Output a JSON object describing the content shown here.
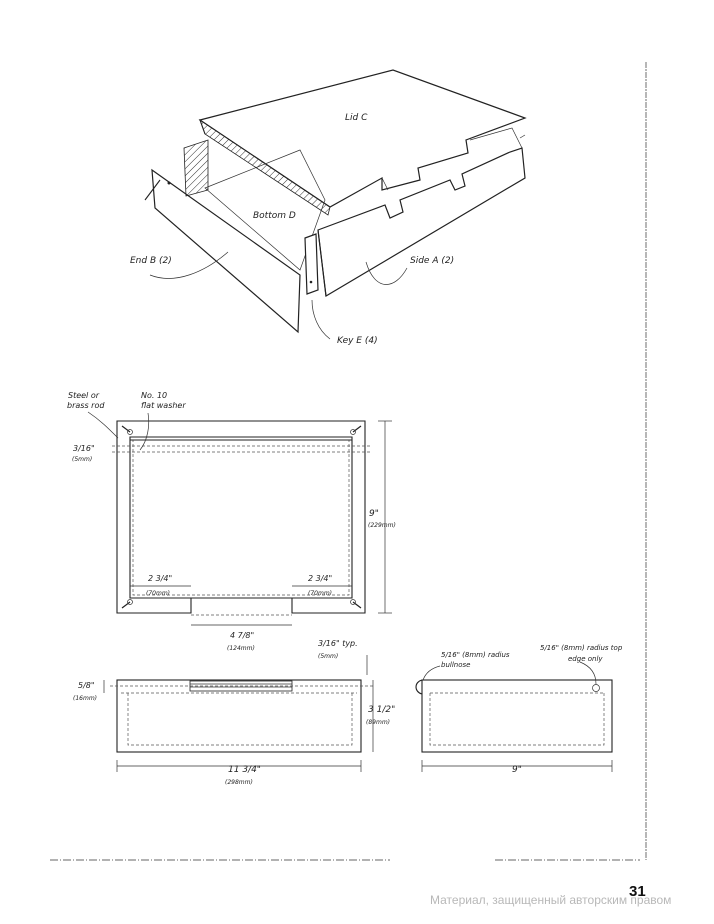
{
  "exploded_view": {
    "lid": "Lid C",
    "bottom": "Bottom D",
    "end": "End B (2)",
    "side": "Side A (2)",
    "key": "Key E (4)"
  },
  "plan_view": {
    "rod_label_1": "Steel or",
    "rod_label_2": "brass rod",
    "washer_label_1": "No. 10",
    "washer_label_2": "flat washer",
    "rod_dim": "3/16\"",
    "rod_dim_mm": "(5mm)",
    "width_dim": "9\"",
    "width_dim_mm": "(229mm)",
    "left_notch": "2 3/4\"",
    "left_notch_mm": "(70mm)",
    "right_notch": "2 3/4\"",
    "right_notch_mm": "(70mm)",
    "opening": "4 7/8\"",
    "opening_mm": "(124mm)"
  },
  "side_view": {
    "typ_dim": "3/16\" typ.",
    "typ_dim_mm": "(5mm)",
    "left_dim": "5/8\"",
    "left_dim_mm": "(16mm)",
    "height_dim": "3 1/2\"",
    "height_dim_mm": "(89mm)",
    "length_dim": "11 3/4\"",
    "length_dim_mm": "(298mm)"
  },
  "end_view": {
    "bullnose_1": "5/16\" (8mm) radius",
    "bullnose_2": "bullnose",
    "top_edge_1": "5/16\" (8mm) radius top",
    "top_edge_2": "edge only",
    "width_dim": "9\""
  },
  "footer": {
    "page_number": "31",
    "watermark": "Материал, защищенный авторским правом"
  }
}
